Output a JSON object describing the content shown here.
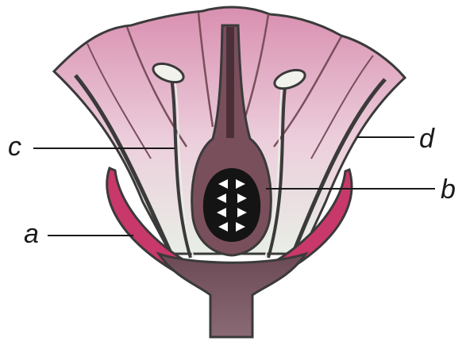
{
  "labels": {
    "a": "a",
    "b": "b",
    "c": "c",
    "d": "d"
  },
  "colors": {
    "petal": "#d98fb0",
    "petal_light": "#eccfdc",
    "petal_pale": "#e8eee6",
    "sepal": "#c8386a",
    "receptacle": "#7a4f5c",
    "ovary_dark": "#141414",
    "outline": "#3a3a3a"
  }
}
